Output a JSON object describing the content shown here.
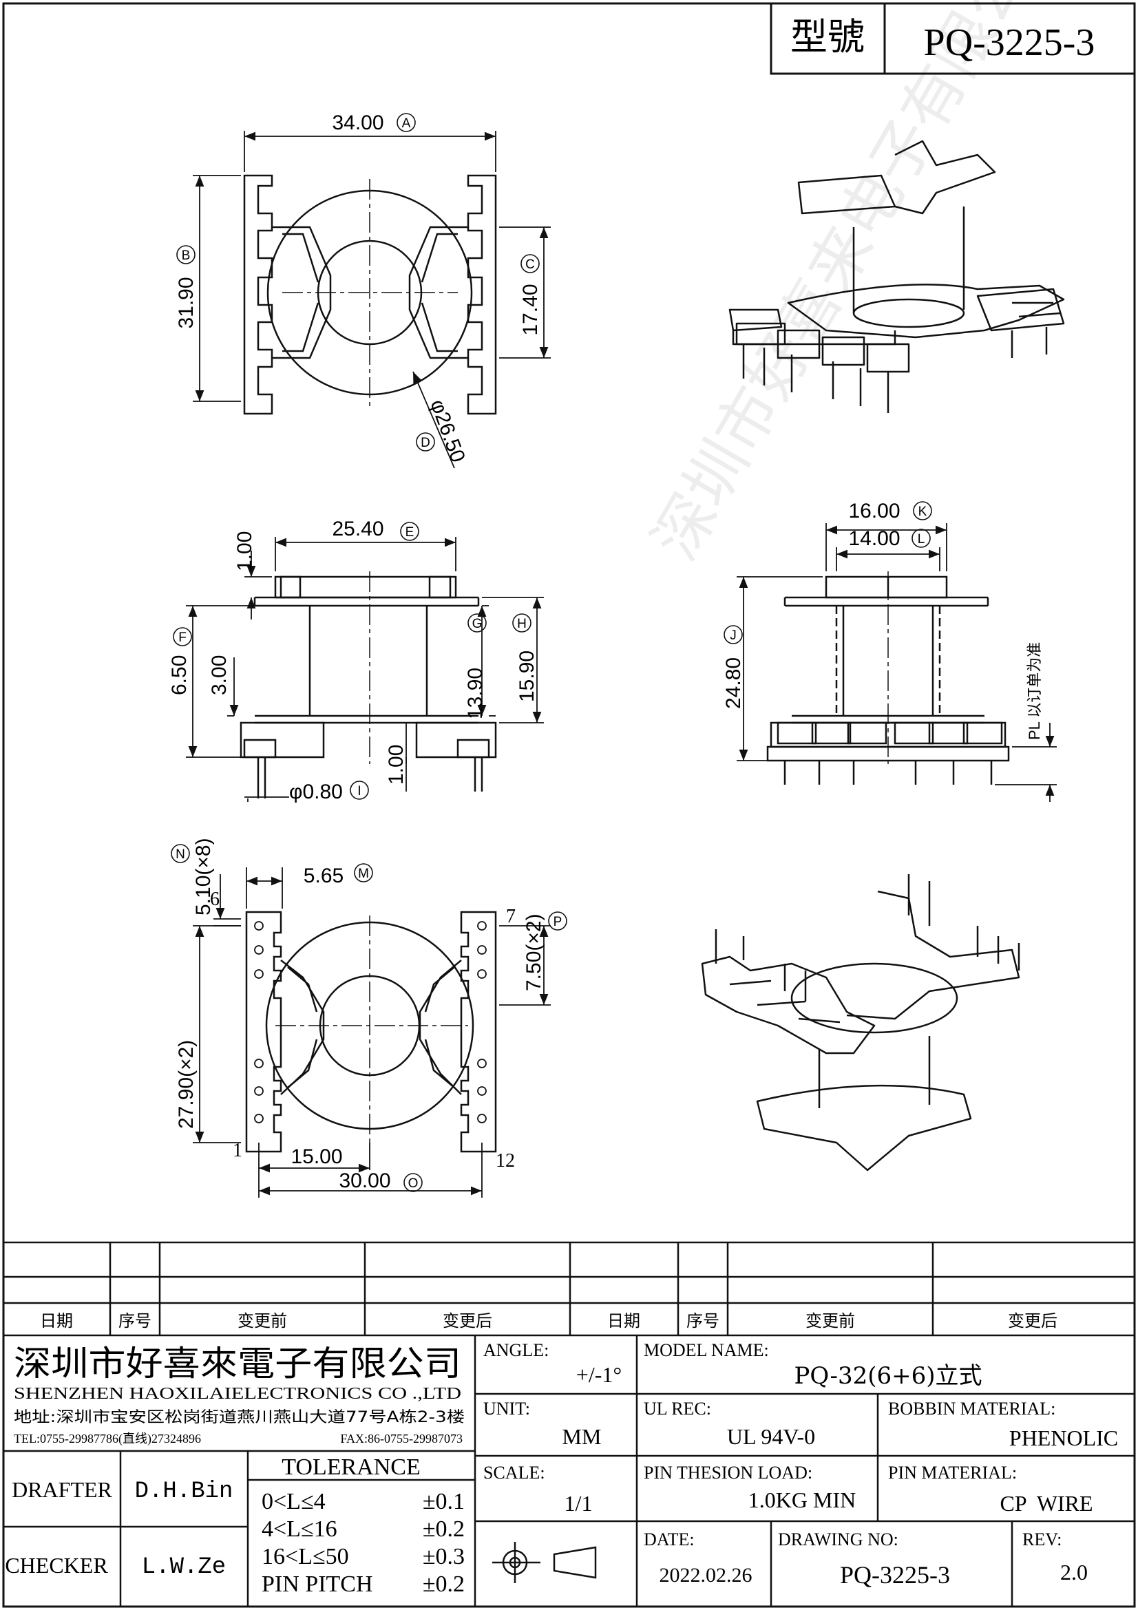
{
  "title_block": {
    "model_label": "型號",
    "model_value": "PQ-3225-3"
  },
  "dimensions": {
    "top": {
      "A": "34.00",
      "B": "31.90",
      "C": "17.40",
      "D": "φ26.50"
    },
    "front": {
      "E": "25.40",
      "F": "6.50",
      "G": "13.90",
      "H": "15.90",
      "I": "φ0.80",
      "top_h": "1.00",
      "wall": "3.00",
      "pin_gap": "1.00"
    },
    "side": {
      "K": "16.00",
      "L": "14.00",
      "J": "24.80",
      "note": "PL 以订单为准"
    },
    "bottom": {
      "N": "5.10(×8)",
      "M": "5.65",
      "P": "7.50(×2)",
      "Q": "27.90(×2)",
      "half": "15.00",
      "O": "30.00",
      "pin1": "1",
      "pin6": "6",
      "pin7": "7",
      "pin12": "12"
    }
  },
  "markers": {
    "A": "A",
    "B": "B",
    "C": "C",
    "D": "D",
    "E": "E",
    "F": "F",
    "G": "G",
    "H": "H",
    "I": "I",
    "J": "J",
    "K": "K",
    "L": "L",
    "M": "M",
    "N": "N",
    "O": "O",
    "P": "P"
  },
  "revision_table": {
    "headers": [
      "日期",
      "序号",
      "变更前",
      "变更后",
      "日期",
      "序号",
      "变更前",
      "变更后"
    ]
  },
  "company": {
    "name_cn": "深圳市好喜來電子有限公司",
    "name_en": "SHENZHEN HAOXILAIELECTRONICS CO .,LTD",
    "address": "地址:深圳市宝安区松岗街道燕川燕山大道77号A栋2-3楼",
    "tel": "TEL:0755-29987786(直线)27324896",
    "fax": "FAX:86-0755-29987073"
  },
  "people": {
    "drafter_label": "DRAFTER",
    "drafter": "D.H.Bin",
    "checker_label": "CHECKER",
    "checker": "L.W.Ze"
  },
  "tolerance": {
    "title": "TOLERANCE",
    "rows": [
      {
        "range": "0<L≤4",
        "tol": "±0.1"
      },
      {
        "range": "4<L≤16",
        "tol": "±0.2"
      },
      {
        "range": "16<L≤50",
        "tol": "±0.3"
      },
      {
        "range": "PIN PITCH",
        "tol": "±0.2"
      }
    ]
  },
  "specs": {
    "angle_label": "ANGLE:",
    "angle": "+/-1°",
    "unit_label": "UNIT:",
    "unit": "MM",
    "scale_label": "SCALE:",
    "scale": "1/1",
    "model_name_label": "MODEL NAME:",
    "model_name": "PQ-32(6+6)立式",
    "ul_label": "UL REC:",
    "ul": "UL 94V-0",
    "bobbin_label": "BOBBIN MATERIAL:",
    "bobbin": "PHENOLIC",
    "pin_load_label": "PIN THESION LOAD:",
    "pin_load": "1.0KG MIN",
    "pin_mat_label": "PIN MATERIAL:",
    "pin_mat": "CP  WIRE",
    "date_label": "DATE:",
    "date": "2022.02.26",
    "drawing_no_label": "DRAWING NO:",
    "drawing_no": "PQ-3225-3",
    "rev_label": "REV:",
    "rev": "2.0"
  },
  "watermark": "深圳市好喜来电子有限公司"
}
